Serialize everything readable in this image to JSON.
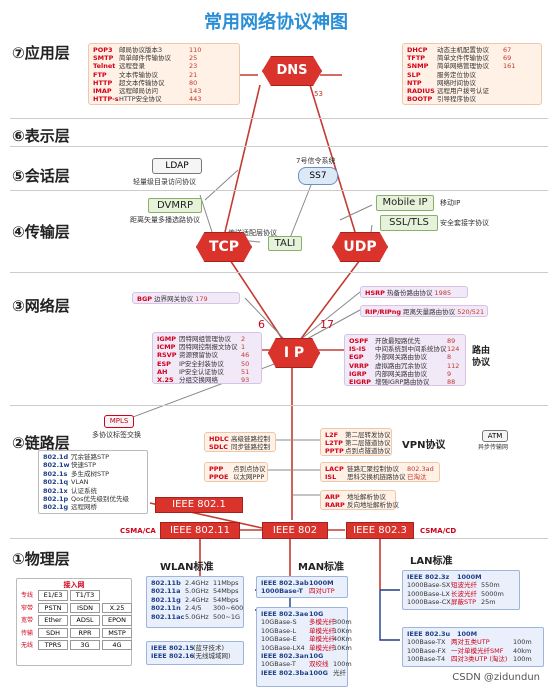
{
  "title": "常用网络协议神图",
  "layers": {
    "application": "⑦应用层",
    "presentation": "⑥表示层",
    "session": "⑤会话层",
    "transport": "④传输层",
    "network": "③网络层",
    "datalink": "②链路层",
    "physical": "①物理层"
  },
  "app_left": [
    {
      "k": "POP3",
      "v": "邮局协议版本3",
      "n": "110"
    },
    {
      "k": "SMTP",
      "v": "简单邮件传输协议",
      "n": "25"
    },
    {
      "k": "Telnet",
      "v": "远程登录",
      "n": "23"
    },
    {
      "k": "FTP",
      "v": "文本传输协议",
      "n": "21"
    },
    {
      "k": "HTTP",
      "v": "超文本传输协议",
      "n": "80"
    },
    {
      "k": "IMAP",
      "v": "远程邮局访问",
      "n": "143"
    },
    {
      "k": "HTTP-s",
      "v": "HTTP安全协议",
      "n": "443"
    }
  ],
  "app_right": [
    {
      "k": "DHCP",
      "v": "动态主机配置协议",
      "n": "67"
    },
    {
      "k": "TFTP",
      "v": "简单文件传输协议",
      "n": "69"
    },
    {
      "k": "SNMP",
      "v": "简单网络管理协议",
      "n": "161"
    },
    {
      "k": "SLP",
      "v": "服务定位协议",
      "n": ""
    },
    {
      "k": "NTP",
      "v": "网络时间协议",
      "n": ""
    },
    {
      "k": "RADIUS",
      "v": "远程用户拨号认证",
      "n": ""
    },
    {
      "k": "BOOTP",
      "v": "引导程序协议",
      "n": ""
    }
  ],
  "dns": {
    "label": "DNS",
    "port": "53"
  },
  "ldap": {
    "label": "LDAP",
    "desc": "轻量级目录访问协议"
  },
  "ss7": {
    "label": "SS7",
    "desc": "7号信令系统"
  },
  "dvmrp": {
    "label": "DVMRP",
    "desc": "距离矢量多播选路协议"
  },
  "tali": {
    "label": "TALI",
    "desc": "传送适配层协议"
  },
  "mobileip": {
    "label": "Mobile IP",
    "desc": "移动IP"
  },
  "ssltls": {
    "label": "SSL/TLS",
    "desc": "安全套接字协议"
  },
  "tcp": "TCP",
  "udp": "UDP",
  "ip": "I P",
  "tcp_num": "6",
  "udp_num": "17",
  "bgp": {
    "k": "BGP",
    "v": "边界网关协议",
    "n": "179"
  },
  "hsrp": {
    "k": "HSRP",
    "v": "热备份路由协议",
    "n": "1985"
  },
  "rip": {
    "k": "RIP/RIPng",
    "v": "距离矢量路由协议",
    "n": "520/521"
  },
  "net_left": [
    {
      "k": "IGMP",
      "v": "因特网组管理协议",
      "n": "2"
    },
    {
      "k": "ICMP",
      "v": "因特网控制报文协议",
      "n": "1"
    },
    {
      "k": "RSVP",
      "v": "资源预留协议",
      "n": "46"
    },
    {
      "k": "ESP",
      "v": "IP安全封装协议",
      "n": "50"
    },
    {
      "k": "AH",
      "v": "IP安全认证协议",
      "n": "51"
    },
    {
      "k": "X.25",
      "v": "分组交换网络",
      "n": "93"
    }
  ],
  "net_right": [
    {
      "k": "OSPF",
      "v": "开放最短路优先",
      "n": "89"
    },
    {
      "k": "IS-IS",
      "v": "中间系统到中间系统协议",
      "n": "124"
    },
    {
      "k": "EGP",
      "v": "外部网关路由协议",
      "n": "8"
    },
    {
      "k": "VRRP",
      "v": "虚拟路由冗余协议",
      "n": "112"
    },
    {
      "k": "IGRP",
      "v": "内部网关路由协议",
      "n": "9"
    },
    {
      "k": "EIGRP",
      "v": "增强IGRP路由协议",
      "n": "88"
    }
  ],
  "routing": "路由\n协议",
  "mpls": {
    "label": "MPLS",
    "desc": "多协议标签交换"
  },
  "hdlc": [
    {
      "k": "HDLC",
      "v": "高级链路控制"
    },
    {
      "k": "SDLC",
      "v": "同步链路控制"
    }
  ],
  "vpn_box": [
    {
      "k": "L2F",
      "v": "第二层转发协议"
    },
    {
      "k": "L2TP",
      "v": "第二层隧道协议"
    },
    {
      "k": "PPTP",
      "v": "点到点隧道协议"
    }
  ],
  "vpn": "VPN协议",
  "atm": {
    "label": "ATM",
    "desc": "异步传输网"
  },
  "ppp": [
    {
      "k": "PPP",
      "v": "点到点协议"
    },
    {
      "k": "PPOE",
      "v": "以太网PPP"
    }
  ],
  "lacp": [
    {
      "k": "LACP",
      "v": "链路汇聚控制协议",
      "n": "802.3ad"
    },
    {
      "k": "ISL",
      "v": "思科交换机链路协议",
      "n": "已淘汰"
    }
  ],
  "arp": [
    {
      "k": "ARP",
      "v": "地址解析协议"
    },
    {
      "k": "RARP",
      "v": "反向地址解析协议"
    }
  ],
  "ieee8021_list": [
    {
      "k": "802.1d",
      "v": "冗余链路STP"
    },
    {
      "k": "802.1w",
      "v": "快速STP"
    },
    {
      "k": "802.1s",
      "v": "多生成树STP"
    },
    {
      "k": "802.1q",
      "v": "VLAN"
    },
    {
      "k": "802.1x",
      "v": "认证系统"
    },
    {
      "k": "802.1p",
      "v": "Qos优先级别优先级"
    },
    {
      "k": "802.1g",
      "v": "远程网桥"
    }
  ],
  "ieee8021": "IEEE 802.1",
  "ieee80211": "IEEE 802.11",
  "ieee802": "IEEE 802",
  "ieee8023": "IEEE 802.3",
  "csma_ca": "CSMA/CA",
  "csma_cd": "CSMA/CD",
  "physical_box": {
    "title": "接入网",
    "rows": [
      {
        "label": "专线",
        "cells": [
          "E1/E3",
          "T1/T3"
        ]
      },
      {
        "label": "窄带",
        "cells": [
          "PSTN",
          "ISDN",
          "X.25"
        ]
      },
      {
        "label": "宽带",
        "cells": [
          "Ether",
          "ADSL",
          "EPON"
        ]
      },
      {
        "label": "传输",
        "cells": [
          "SDH",
          "RPR",
          "MSTP"
        ]
      },
      {
        "label": "无线",
        "cells": [
          "TPRS",
          "3G",
          "4G"
        ]
      }
    ]
  },
  "wlan": {
    "title": "WLAN标准",
    "rows": [
      {
        "k": "802.11b",
        "f": "2.4GHz",
        "s": "11Mbps"
      },
      {
        "k": "802.11a",
        "f": "5.0GHz",
        "s": "54Mbps"
      },
      {
        "k": "802.11g",
        "f": "2.4GHz",
        "s": "54Mbps"
      },
      {
        "k": "802.11n",
        "f": "2.4/5",
        "s": "300~600"
      },
      {
        "k": "802.11ac",
        "f": "5.0GHz",
        "s": "500~1G"
      }
    ],
    "extra": [
      {
        "k": "IEEE 802.15",
        "v": "(蓝牙技术)"
      },
      {
        "k": "IEEE 802.16",
        "v": "(无线城域网)"
      }
    ]
  },
  "man": {
    "title": "MAN标准",
    "top": [
      {
        "k": "IEEE 802.3ab",
        "v": "1000M"
      },
      {
        "k": "1000Base-T",
        "v": "四对UTP"
      }
    ],
    "bottom_head": {
      "k": "IEEE 802.3ae",
      "v": "10G"
    },
    "bottom": [
      {
        "k": "10GBase-S",
        "v": "多模光纤",
        "n": "300m"
      },
      {
        "k": "10GBase-L",
        "v": "单模光纤",
        "n": "10Km"
      },
      {
        "k": "10GBase-E",
        "v": "单模光纤",
        "n": "40Km"
      },
      {
        "k": "10GBase-LX4",
        "v": "单模光纤",
        "n": "10Km"
      },
      {
        "k": "IEEE 802.3an",
        "v": "10G",
        "n": ""
      },
      {
        "k": "10GBase-T",
        "v": "双绞线",
        "n": "100m"
      },
      {
        "k": "IEEE 802.3ba",
        "v": "100G",
        "n": "光纤"
      }
    ]
  },
  "lan": {
    "title": "LAN标准",
    "top_head": {
      "k": "IEEE 802.3z",
      "v": "1000M"
    },
    "top": [
      {
        "k": "1000Base-SX",
        "v": "短波光纤",
        "n": "550m"
      },
      {
        "k": "1000Base-LX",
        "v": "长波光纤",
        "n": "5000m"
      },
      {
        "k": "1000Base-CX",
        "v": "屏蔽STP",
        "n": "25m"
      }
    ],
    "bottom_head": {
      "k": "IEEE 802.3u",
      "v": "100M"
    },
    "bottom": [
      {
        "k": "100Base-TX",
        "v": "两对五类UTP",
        "n": "100m"
      },
      {
        "k": "100Base-FX",
        "v": "一对单模光纤SMF",
        "n": "40km"
      },
      {
        "k": "100Base-T4",
        "v": "四对3类UTP (淘汰)",
        "n": "100m"
      }
    ]
  },
  "watermark": "CSDN @zidundun",
  "colors": {
    "accent": "#2a8fd6",
    "protocol_red": "#d9332b",
    "line": "#c43b32"
  }
}
